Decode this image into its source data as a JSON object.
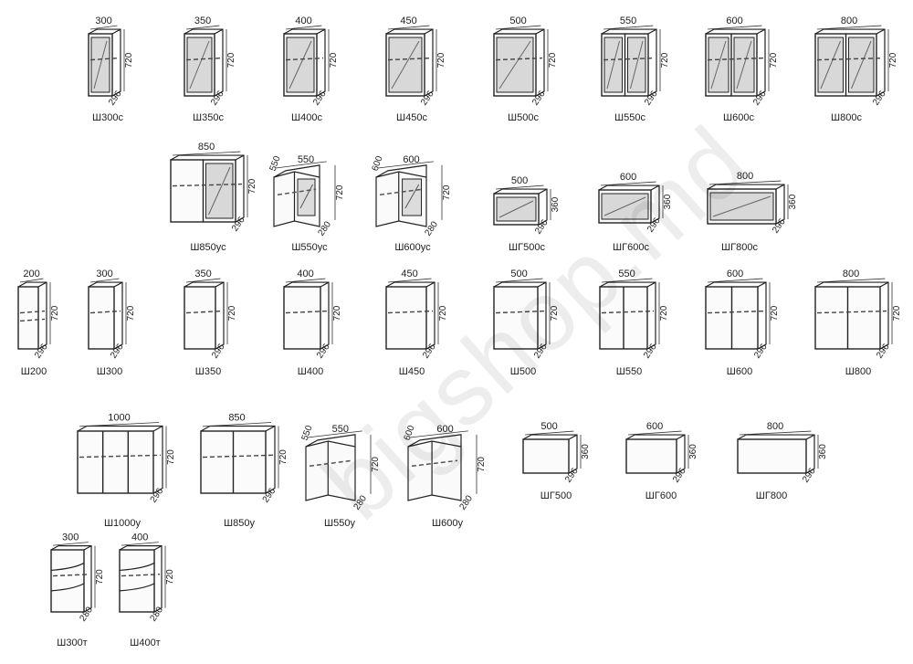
{
  "watermark": "bigshop.md",
  "cabinets": [
    {
      "code": "Ш300с",
      "width": "300",
      "height": "720",
      "depth": "296",
      "kind": "glass",
      "doors": 1
    },
    {
      "code": "Ш350с",
      "width": "350",
      "height": "720",
      "depth": "296",
      "kind": "glass",
      "doors": 1
    },
    {
      "code": "Ш400с",
      "width": "400",
      "height": "720",
      "depth": "296",
      "kind": "glass",
      "doors": 1
    },
    {
      "code": "Ш450с",
      "width": "450",
      "height": "720",
      "depth": "296",
      "kind": "glass",
      "doors": 1
    },
    {
      "code": "Ш500с",
      "width": "500",
      "height": "720",
      "depth": "296",
      "kind": "glass",
      "doors": 1
    },
    {
      "code": "Ш550с",
      "width": "550",
      "height": "720",
      "depth": "296",
      "kind": "glass",
      "doors": 2
    },
    {
      "code": "Ш600с",
      "width": "600",
      "height": "720",
      "depth": "296",
      "kind": "glass",
      "doors": 2
    },
    {
      "code": "Ш800с",
      "width": "800",
      "height": "720",
      "depth": "296",
      "kind": "glass",
      "doors": 2
    },
    {
      "code": "Ш850ус",
      "width": "850",
      "height": "720",
      "depth": "296",
      "kind": "glass-corner",
      "doors": 2
    },
    {
      "code": "Ш550ус",
      "width": "550",
      "width2": "550",
      "height": "720",
      "depth": "280",
      "kind": "glass-angle",
      "doors": 1
    },
    {
      "code": "Ш600ус",
      "width": "600",
      "width2": "600",
      "height": "720",
      "depth": "280",
      "kind": "glass-angle",
      "doors": 1
    },
    {
      "code": "ШГ500с",
      "width": "500",
      "height": "360",
      "depth": "296",
      "kind": "glass-low",
      "doors": 1
    },
    {
      "code": "ШГ600с",
      "width": "600",
      "height": "360",
      "depth": "296",
      "kind": "glass-low",
      "doors": 1
    },
    {
      "code": "ШГ800с",
      "width": "800",
      "height": "360",
      "depth": "296",
      "kind": "glass-low",
      "doors": 1
    },
    {
      "code": "Ш200",
      "width": "200",
      "height": "720",
      "depth": "296",
      "kind": "open",
      "doors": 0
    },
    {
      "code": "Ш300",
      "width": "300",
      "height": "720",
      "depth": "296",
      "kind": "door",
      "doors": 1
    },
    {
      "code": "Ш350",
      "width": "350",
      "height": "720",
      "depth": "296",
      "kind": "door",
      "doors": 1
    },
    {
      "code": "Ш400",
      "width": "400",
      "height": "720",
      "depth": "296",
      "kind": "door",
      "doors": 1
    },
    {
      "code": "Ш450",
      "width": "450",
      "height": "720",
      "depth": "296",
      "kind": "door",
      "doors": 1
    },
    {
      "code": "Ш500",
      "width": "500",
      "height": "720",
      "depth": "296",
      "kind": "door",
      "doors": 1
    },
    {
      "code": "Ш550",
      "width": "550",
      "height": "720",
      "depth": "296",
      "kind": "door",
      "doors": 2
    },
    {
      "code": "Ш600",
      "width": "600",
      "height": "720",
      "depth": "296",
      "kind": "door",
      "doors": 2
    },
    {
      "code": "Ш800",
      "width": "800",
      "height": "720",
      "depth": "296",
      "kind": "door",
      "doors": 2
    },
    {
      "code": "Ш1000у",
      "width": "1000",
      "height": "720",
      "depth": "296",
      "kind": "door",
      "doors": 3
    },
    {
      "code": "Ш850у",
      "width": "850",
      "height": "720",
      "depth": "296",
      "kind": "door",
      "doors": 2
    },
    {
      "code": "Ш550у",
      "width": "550",
      "width2": "550",
      "height": "720",
      "depth": "280",
      "kind": "angle",
      "doors": 1
    },
    {
      "code": "Ш600у",
      "width": "600",
      "width2": "600",
      "height": "720",
      "depth": "280",
      "kind": "angle",
      "doors": 1
    },
    {
      "code": "ШГ500",
      "width": "500",
      "height": "360",
      "depth": "296",
      "kind": "low",
      "doors": 1
    },
    {
      "code": "ШГ600",
      "width": "600",
      "height": "360",
      "depth": "296",
      "kind": "low",
      "doors": 1
    },
    {
      "code": "ШГ800",
      "width": "800",
      "height": "360",
      "depth": "296",
      "kind": "low",
      "doors": 1
    },
    {
      "code": "Ш300т",
      "width": "300",
      "height": "720",
      "depth": "280",
      "kind": "end",
      "doors": 0
    },
    {
      "code": "Ш400т",
      "width": "400",
      "height": "720",
      "depth": "280",
      "kind": "end",
      "doors": 0
    }
  ]
}
